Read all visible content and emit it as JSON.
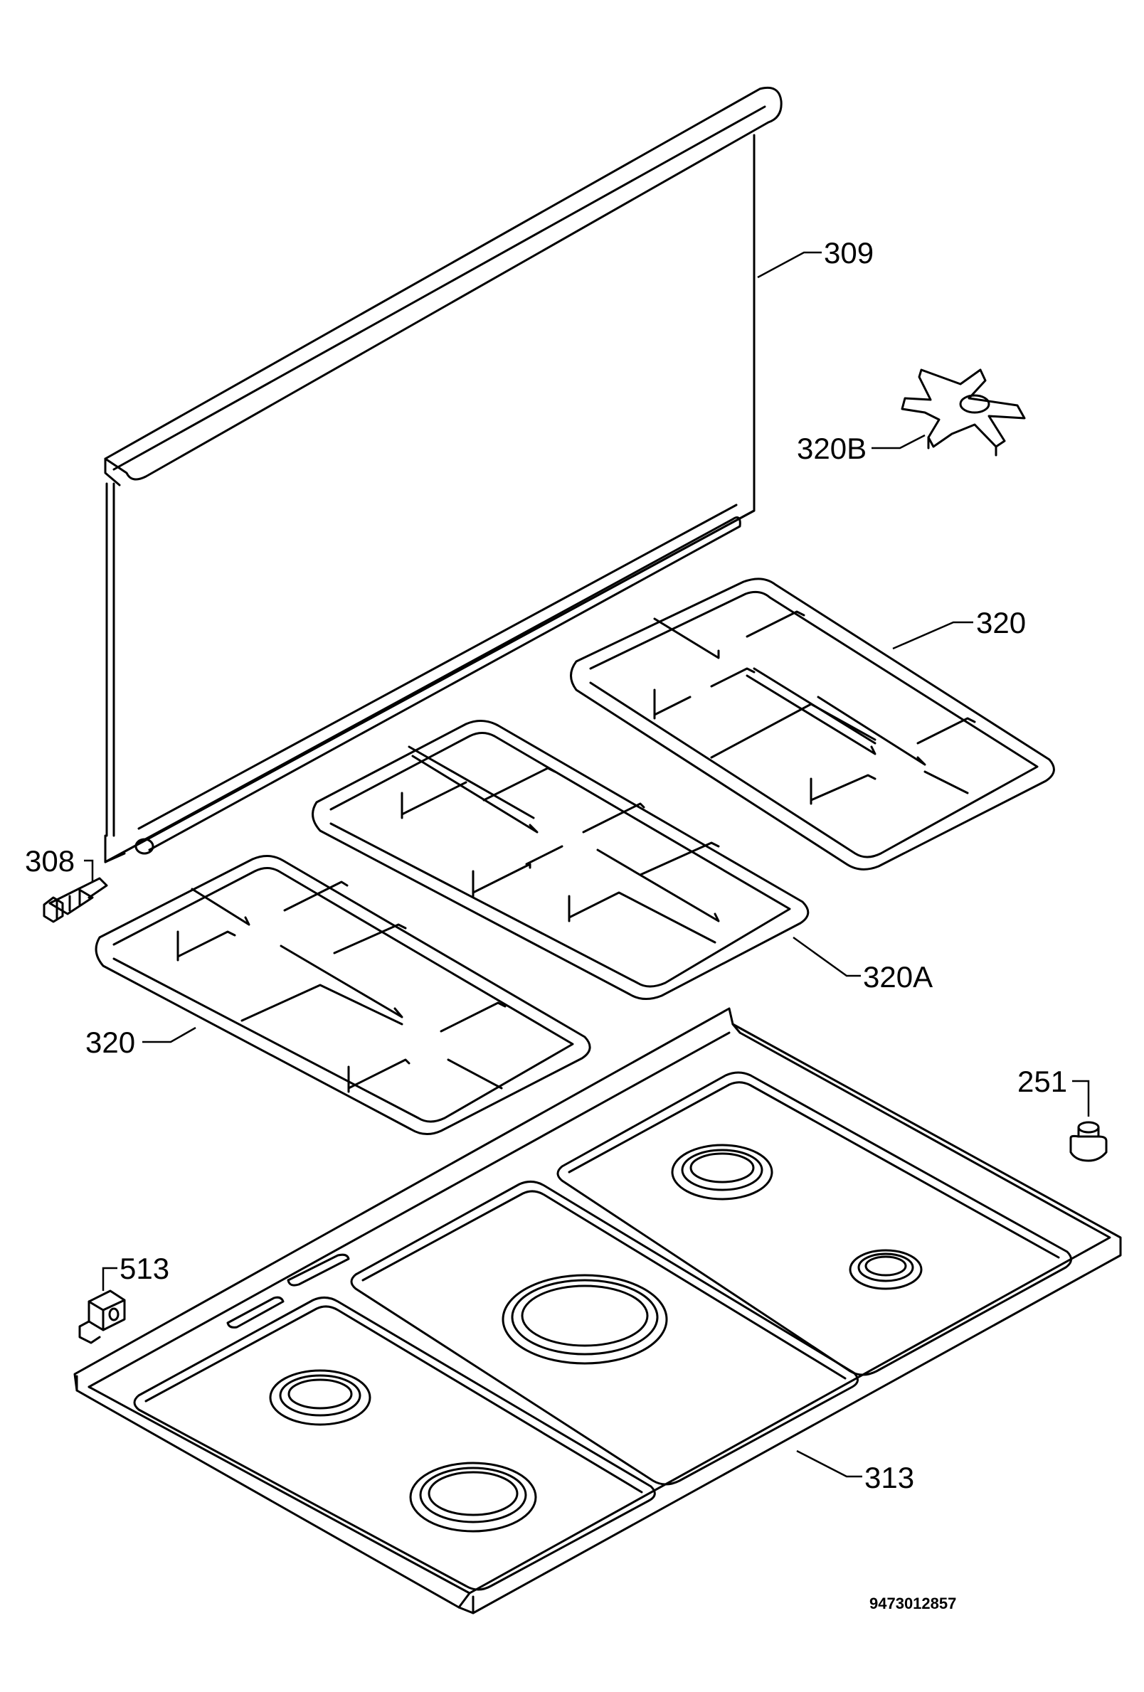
{
  "labels": {
    "p309": "309",
    "p320b": "320B",
    "p320_right": "320",
    "p308": "308",
    "p320a": "320A",
    "p320_left": "320",
    "p251": "251",
    "p513": "513",
    "p313": "313"
  },
  "drawing_code": "9473012857"
}
